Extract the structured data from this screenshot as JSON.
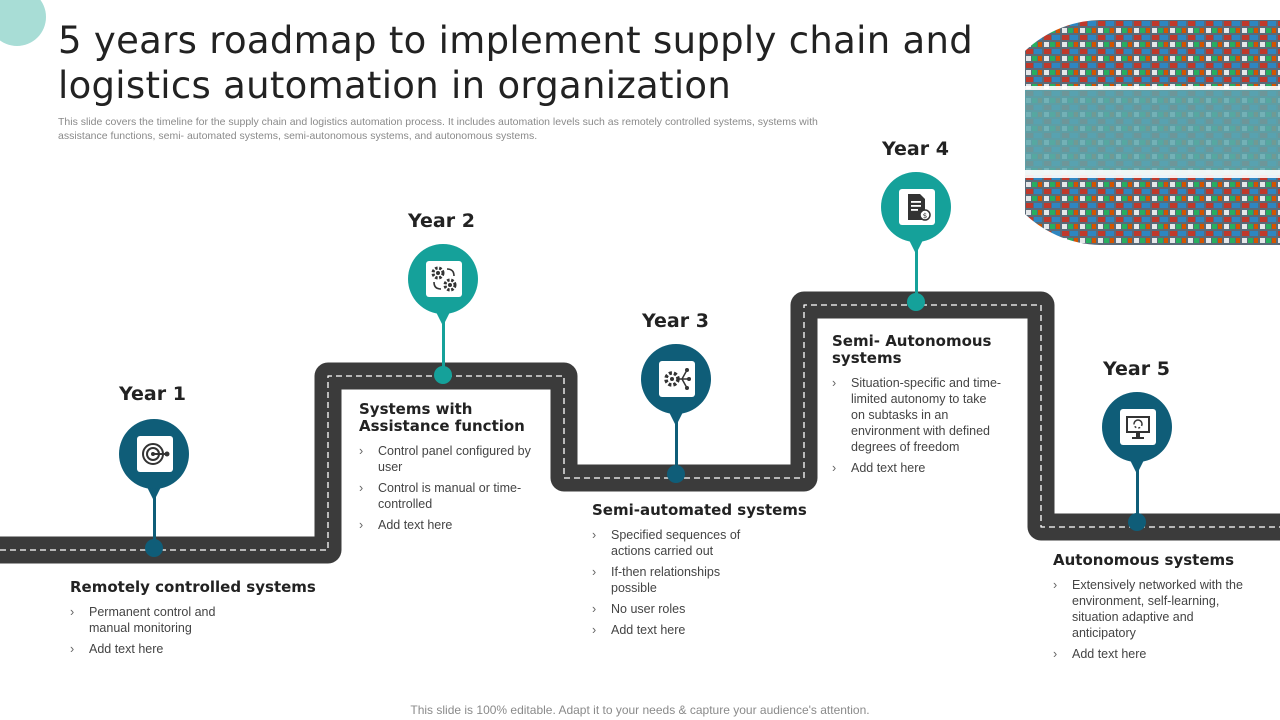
{
  "title": "5 years roadmap to implement supply chain and logistics automation in organization",
  "subtitle": "This slide covers the timeline for the supply chain and logistics automation process. It includes automation levels such as remotely controlled systems, systems with assistance functions, semi- automated systems, semi-autonomous systems, and autonomous systems.",
  "colors": {
    "teal": "#15a19a",
    "navy": "#0f5d78",
    "road": "#3b3b3b"
  },
  "milestones": [
    {
      "year": "Year 1",
      "icon": "target-icon",
      "heading": "Remotely controlled  systems",
      "bullets": [
        "Permanent control and manual monitoring",
        "Add text here"
      ]
    },
    {
      "year": "Year 2",
      "icon": "gears-cycle-icon",
      "heading": "Systems with Assistance function",
      "bullets": [
        "Control panel configured by user",
        "Control is manual or time-controlled",
        "Add text here"
      ]
    },
    {
      "year": "Year 3",
      "icon": "gear-network-icon",
      "heading": "Semi-automated systems",
      "bullets": [
        "Specified sequences of actions carried out",
        "If-then relationships possible",
        "No user roles",
        "Add text here"
      ]
    },
    {
      "year": "Year 4",
      "icon": "document-dollar-icon",
      "heading": "Semi- Autonomous systems",
      "bullets": [
        "Situation-specific and time-limited autonomy to take on subtasks in an environment  with defined degrees of freedom",
        "Add text here"
      ]
    },
    {
      "year": "Year 5",
      "icon": "monitor-icon",
      "heading": "Autonomous systems",
      "bullets": [
        "Extensively networked with the environment,  self-learning, situation adaptive  and anticipatory",
        "Add text here"
      ]
    }
  ],
  "footer": "This slide is 100% editable. Adapt it to your needs & capture your audience's attention."
}
